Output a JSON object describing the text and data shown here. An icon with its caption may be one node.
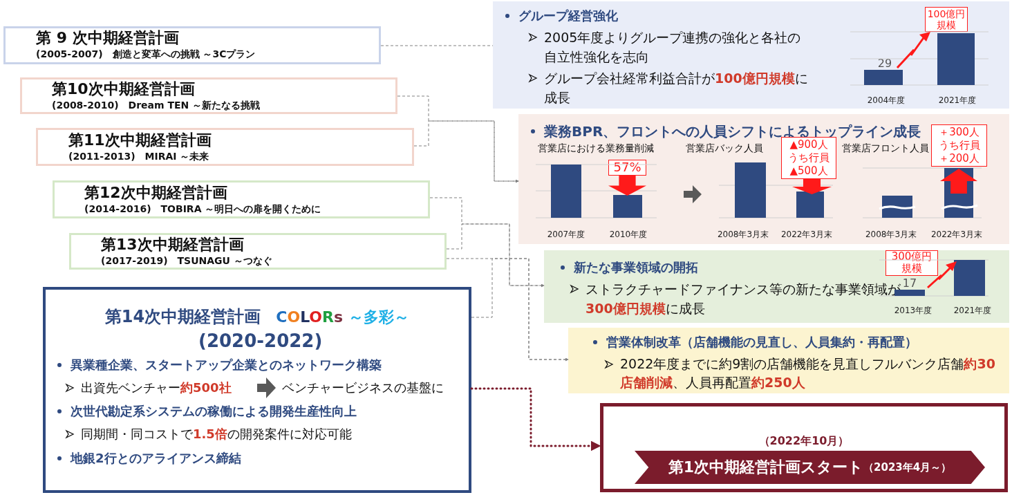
{
  "diagram": {
    "nodes": [
      {
        "text": [
          "第 9 次中期経営計画",
          "(2005-2007)　創造と変革への挑戦 ～3Cプラン"
        ]
      },
      {
        "text": [
          "第10次中期経営計画",
          "(2008-2010)　Dream TEN ～新たなる挑戦"
        ]
      },
      {
        "text": [
          "第11次中期経営計画",
          "(2011-2013)　MIRAI ～未来"
        ]
      },
      {
        "text": [
          "第12次中期経営計画",
          "(2014-2016)　TOBIRA ～明日への扉を開くために"
        ]
      },
      {
        "text": [
          "第13次中期経営計画",
          "(2017-2019)　TSUNAGU ～つなぐ"
        ]
      },
      {
        "text": [
          "第14次中期経営計画",
          "COLORs",
          "～多彩～",
          "(2020-2022)",
          "異業種企業、スタートアップ企業とのネットワーク構築",
          "出資先ベンチャー**約500社**",
          "ベンチャービジネスの基盤に",
          "次世代勘定系システムの稼働による開発生産性向上",
          "同期間・同コストで**1.5倍**の開発案件に対応可能",
          "地銀2行とのアライアンス締結"
        ]
      },
      {
        "text": [
          "グループ経営強化",
          "2005年度よりグループ連携の強化と各社の自立性強化を志向",
          "グループ会社経常利益合計が**100億円規模**に成長"
        ]
      },
      {
        "text": [
          "100億円規模"
        ],
        "in": 6
      },
      {
        "text": [
          "業務BPR、フロントへの人員シフトによるトップライン成長",
          "営業店における業務量削減",
          "営業店バック人員",
          "営業店フロント人員"
        ]
      },
      {
        "text": [
          "57%"
        ],
        "in": 8
      },
      {
        "text": [
          "▲900人うち行員▲500人"
        ],
        "in": 8
      },
      {
        "text": [
          "＋300人うち行員＋200人"
        ],
        "in": 8
      },
      {
        "text": [
          "新たな事業領域の開拓",
          "ストラクチャードファイナンス等の新たな事業領域が**300億円規模**に成長"
        ]
      },
      {
        "text": [
          "300億円規模"
        ],
        "in": 12
      },
      {
        "text": [
          "営業体制改革（店舗機能の見直し、人員集約・再配置）",
          "2022年度までに約9割の店舗機能を見直しフルバンク店舗**約30店舗削減**、人員再配置**約250人**"
        ]
      },
      {
        "text": [
          "（2022年10月）"
        ]
      },
      {
        "text": [
          "第1次中期経営計画スタート",
          "（2023年4月～）"
        ],
        "in": 15
      }
    ],
    "edges": [
      {
        "from": 0,
        "to": 6,
        "arrow": "none",
        "style": "dashed"
      },
      {
        "from": 1,
        "to": 8,
        "arrow": "to",
        "style": "dashed"
      },
      {
        "from": 2,
        "to": 8,
        "arrow": "to",
        "style": "dashed"
      },
      {
        "from": 3,
        "to": 12,
        "arrow": "to",
        "style": "dashed"
      },
      {
        "from": 4,
        "to": 12,
        "arrow": "to",
        "style": "dashed"
      },
      {
        "from": 4,
        "to": 14,
        "arrow": "to",
        "style": "dashed"
      },
      {
        "from": 5,
        "to": 14,
        "arrow": "to",
        "style": "dashed"
      },
      {
        "from": 5,
        "to": 15,
        "arrow": "to",
        "style": "dashed",
        "color": "#7b1c2c"
      }
    ],
    "labels": [
      "29",
      "2004年度",
      "2021年度",
      "2007年度",
      "2010年度",
      "2008年3月末",
      "2022年3月末",
      "2008年3月末",
      "2022年3月末",
      "17",
      "2013年度",
      "2021年度"
    ]
  }
}
